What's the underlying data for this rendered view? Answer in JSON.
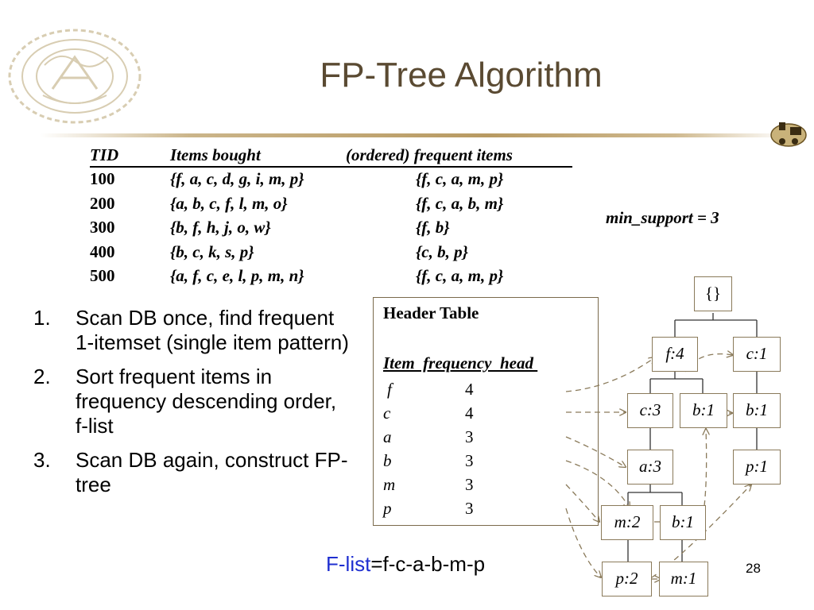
{
  "slide": {
    "title": "FP-Tree Algorithm",
    "page_number": "28"
  },
  "transactions": {
    "headers": {
      "tid": "TID",
      "items": "Items bought",
      "ordered": "(ordered) frequent items"
    },
    "rows": [
      {
        "tid": "100",
        "items": "{f, a, c, d, g, i, m, p}",
        "ordered": "{f, c, a, m, p}"
      },
      {
        "tid": "200",
        "items": "{a, b, c, f, l, m, o}",
        "ordered": "{f, c, a, b, m}"
      },
      {
        "tid": "300",
        "items": "{b, f, h, j, o, w}",
        "ordered": "{f, b}"
      },
      {
        "tid": "400",
        "items": "{b, c, k, s, p}",
        "ordered": "{c, b, p}"
      },
      {
        "tid": "500",
        "items": "{a, f, c, e, l, p, m, n}",
        "ordered": "{f, c, a, m, p}"
      }
    ]
  },
  "min_support": "min_support = 3",
  "steps": [
    {
      "num": "1.",
      "text": "Scan DB once, find frequent 1-itemset (single item pattern)"
    },
    {
      "num": "2.",
      "text": "Sort frequent items in frequency descending order, f-list"
    },
    {
      "num": "3.",
      "text": "Scan DB again, construct FP-tree"
    }
  ],
  "header_table": {
    "title": "Header Table",
    "columns": "Item  frequency  head ",
    "rows": [
      {
        "item": "f",
        "frequency": "4"
      },
      {
        "item": "c",
        "frequency": "4"
      },
      {
        "item": "a",
        "frequency": "3"
      },
      {
        "item": "b",
        "frequency": "3"
      },
      {
        "item": "m",
        "frequency": "3"
      },
      {
        "item": "p",
        "frequency": "3"
      }
    ]
  },
  "fp_tree": {
    "root": "{}",
    "nodes": [
      "f:4",
      "c:1",
      "c:3",
      "b:1",
      "b:1",
      "p:1",
      "a:3",
      "m:2",
      "b:1",
      "p:2",
      "m:1"
    ]
  },
  "flist": {
    "label": "F-list",
    "value": "=f-c-a-b-m-p"
  },
  "colors": {
    "title": "#5a4a32",
    "rule": "#b89a62",
    "flist_label": "#1f2fd0",
    "node_border": "#8a7a5a"
  },
  "logos": {
    "seal": "purdue-university-seal",
    "corner": "purdue-train-icon"
  }
}
